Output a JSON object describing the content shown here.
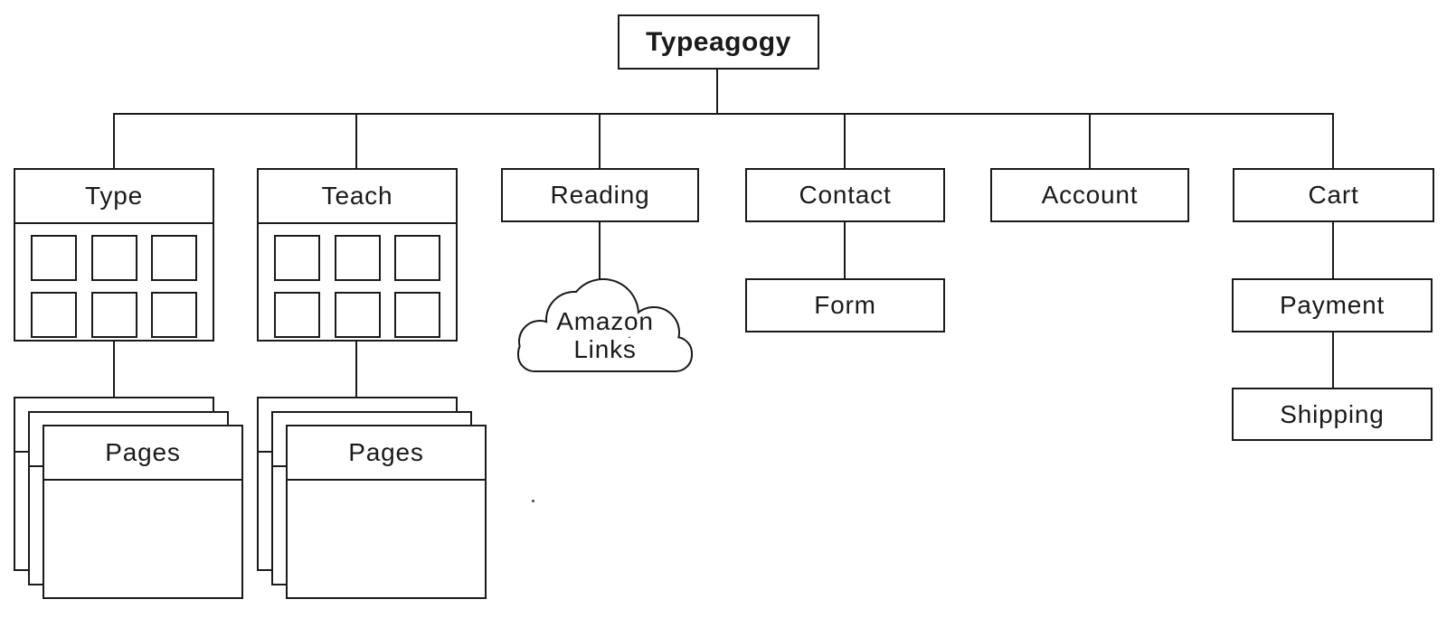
{
  "colors": {
    "background": "#ffffff",
    "line": "#1a1a1a",
    "text": "#1a1a1a"
  },
  "sitemap": {
    "root": {
      "label": "Typeagogy"
    },
    "sections": [
      {
        "label": "Type",
        "variant": "thumbnail-grid",
        "thumbnail_count": 6,
        "child": {
          "label": "Pages",
          "variant": "stacked-pages",
          "stack_count": 3
        }
      },
      {
        "label": "Teach",
        "variant": "thumbnail-grid",
        "thumbnail_count": 6,
        "child": {
          "label": "Pages",
          "variant": "stacked-pages",
          "stack_count": 3
        }
      },
      {
        "label": "Reading",
        "variant": "page",
        "child": {
          "variant": "cloud",
          "line1": "Amazon",
          "line2": "Links"
        }
      },
      {
        "label": "Contact",
        "variant": "page",
        "child": {
          "label": "Form",
          "variant": "page"
        }
      },
      {
        "label": "Account",
        "variant": "page"
      },
      {
        "label": "Cart",
        "variant": "page",
        "children": [
          {
            "label": "Payment",
            "variant": "page"
          },
          {
            "label": "Shipping",
            "variant": "page"
          }
        ]
      }
    ]
  }
}
